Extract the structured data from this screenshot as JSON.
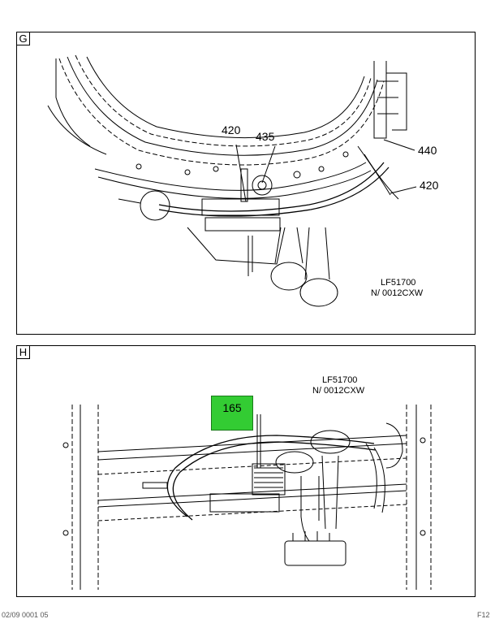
{
  "panels": {
    "g": {
      "letter": "G",
      "callouts": [
        "420",
        "435",
        "440",
        "420"
      ],
      "drawing_code": {
        "line1": "LF51700",
        "line2": "N/ 0012CXW"
      }
    },
    "h": {
      "letter": "H",
      "highlighted_callout": "165",
      "drawing_code": {
        "line1": "LF51700",
        "line2": "N/ 0012CXW"
      }
    }
  },
  "colors": {
    "highlight": "#33cc33",
    "line": "#000000"
  },
  "footer": {
    "left": "02/09 0001 05",
    "right": "F12"
  }
}
